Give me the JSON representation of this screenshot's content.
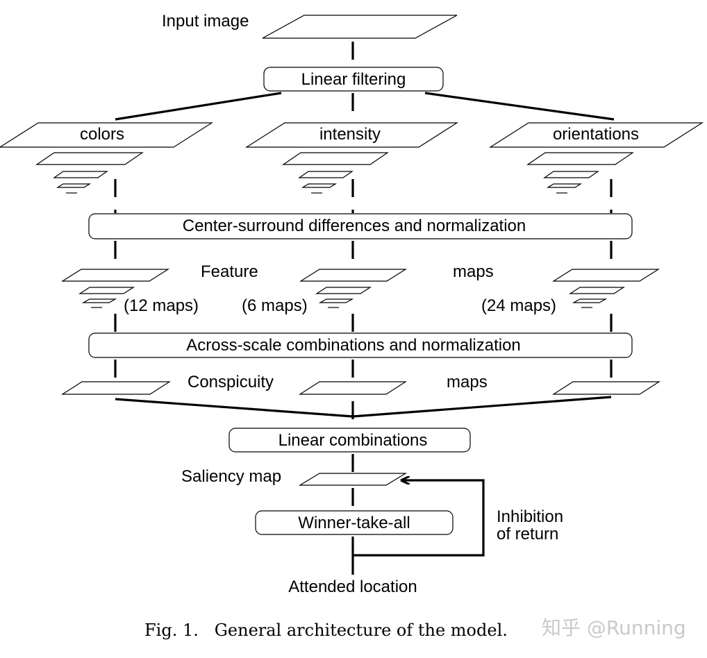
{
  "diagram": {
    "input_label": "Input image",
    "linear_filtering": "Linear filtering",
    "channels": {
      "colors": "colors",
      "intensity": "intensity",
      "orientations": "orientations"
    },
    "center_surround": "Center-surround differences and normalization",
    "feature_word": "Feature",
    "maps_word": "maps",
    "counts": {
      "colors": "(12 maps)",
      "intensity": "(6 maps)",
      "orientations": "(24 maps)"
    },
    "across_scale": "Across-scale combinations and normalization",
    "conspicuity_word": "Conspicuity",
    "conspicuity_maps_word": "maps",
    "linear_combinations": "Linear combinations",
    "saliency_map": "Saliency map",
    "winner_take_all": "Winner-take-all",
    "inhibition_line1": "Inhibition",
    "inhibition_line2": "of return",
    "attended_location": "Attended location"
  },
  "caption": "Fig. 1.   General architecture of the model.",
  "watermark": "知乎 @Running"
}
